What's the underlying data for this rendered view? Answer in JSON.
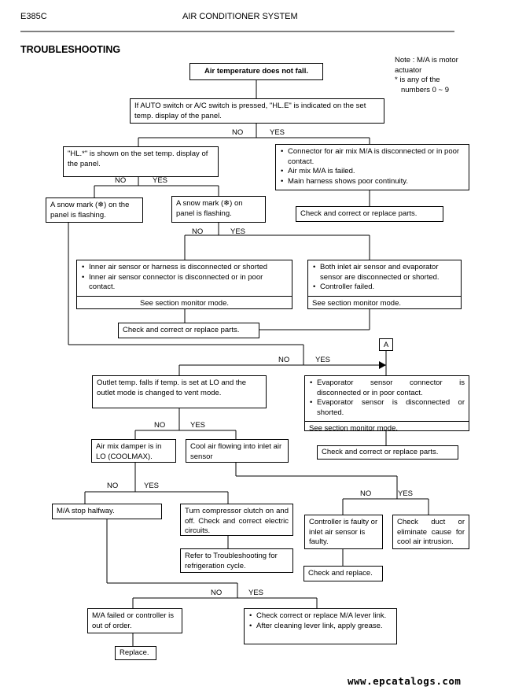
{
  "header": {
    "model": "E385C",
    "title": "AIR CONDITIONER SYSTEM"
  },
  "section_title": "TROUBLESHOOTING",
  "note": {
    "lines": [
      "Note : M/A is motor",
      "actuator",
      "* is any of the",
      "numbers 0 ~ 9"
    ]
  },
  "connector_A": "A",
  "yes": "YES",
  "no": "NO",
  "boxes": {
    "start": "Air temperature does not fall.",
    "auto_switch": "If AUTO switch or A/C switch is pressed, \"HL.E\" is indicated on the set temp. display of the panel.",
    "hl_shown": "\"HL.*\" is shown on the set temp. display of the panel.",
    "connector_list": [
      "Connector for air mix M/A is disconnected or in poor contact.",
      "Air mix M/A is failed.",
      "Main harness shows poor continuity."
    ],
    "check_correct_1": "Check and correct or replace parts.",
    "snow_mark_a": "A snow mark (❄) on the panel is flashing.",
    "snow_mark_b": "A snow mark (❄) on panel is flashing.",
    "inner_sensor_list": [
      "Inner air sensor or harness is disconnected or shorted",
      "Inner air sensor connector is disconnected or in poor contact."
    ],
    "inner_sensor_see": "See section monitor mode.",
    "inlet_sensor_list": [
      "Both inlet air sensor and evaporator sensor are disconnected or shorted.",
      "Controller failed."
    ],
    "inlet_sensor_see": "See section monitor mode.",
    "check_correct_2": "Check and correct or replace parts.",
    "outlet_temp": "Outlet temp. falls if temp. is set at LO and the outlet mode is changed to vent mode.",
    "evap_list": [
      "Evaporator sensor connector is disconnected or in poor contact.",
      "Evaporator sensor is disconnected or shorted."
    ],
    "evap_see": "See section monitor mode.",
    "check_correct_3": "Check and correct or replace parts.",
    "air_mix_damper": "Air mix damper is in LO (COOLMAX).",
    "cool_air": "Cool air flowing into inlet air sensor",
    "ma_stop": "M/A stop halfway.",
    "turn_compressor": "Turn compressor clutch on and off. Check and correct electric circuits.",
    "refer_refrig": "Refer to Troubleshooting for refrigeration cycle.",
    "controller_faulty": "Controller is faulty or inlet air sensor is faulty.",
    "check_duct": "Check duct or eliminate cause for cool air intrusion.",
    "check_replace": "Check and replace.",
    "ma_failed": "M/A failed or controller is out of order.",
    "lever_list": [
      "Check correct or replace M/A lever link.",
      "After cleaning lever link, apply grease."
    ],
    "replace": "Replace."
  },
  "footer_url": "www.epcatalogs.com"
}
